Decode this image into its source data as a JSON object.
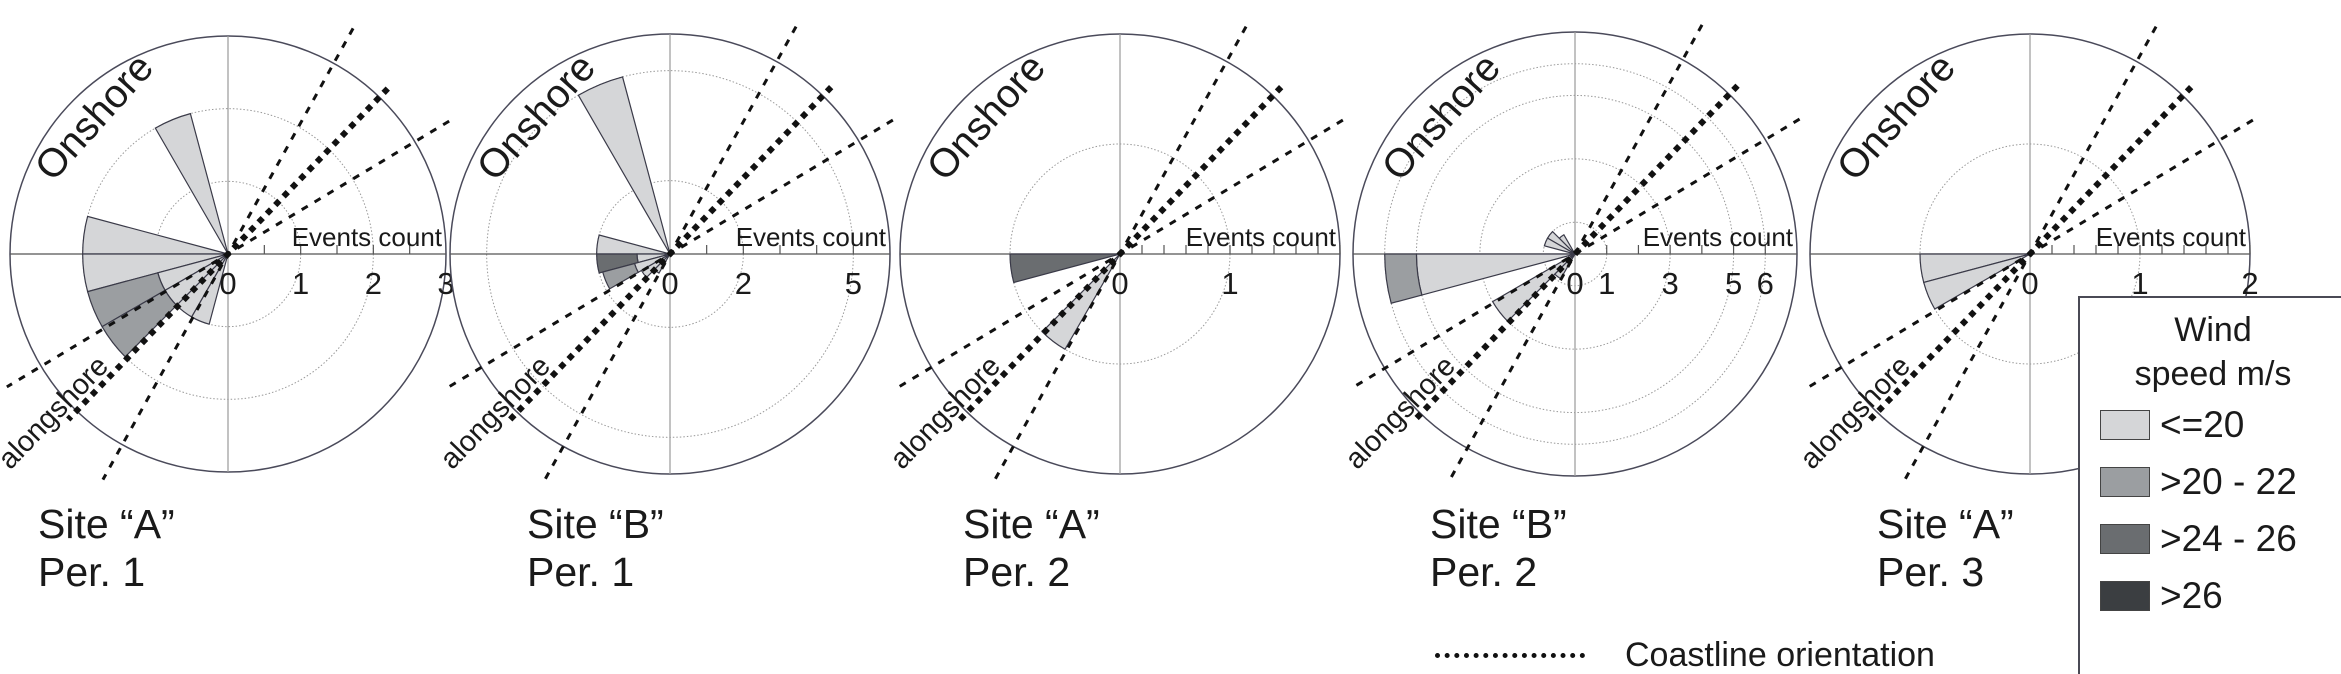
{
  "colors": {
    "c1": "#d5d6d8",
    "c2": "#9b9ea1",
    "c3": "#6a6d70",
    "c4": "#3b3e41"
  },
  "legend": {
    "title_line1": "Wind",
    "title_line2": "speed m/s",
    "items": [
      {
        "key": "c1",
        "label": "<=20"
      },
      {
        "key": "c2",
        "label": ">20 - 22"
      },
      {
        "key": "c3",
        "label": ">24 - 26"
      },
      {
        "key": "c4",
        "label": ">26"
      }
    ],
    "coastline_label": "Coastline orientation"
  },
  "chart_data": [
    {
      "type": "polar-bar",
      "site": "Site “A”",
      "period": "Per. 1",
      "rmax": 3,
      "rings": [
        1,
        2
      ],
      "ticks": [
        0,
        1,
        2,
        3
      ],
      "minor_step": 0.5,
      "sectors": [
        {
          "start": 330,
          "segments": [
            {
              "c": "c1",
              "to": 2.0
            }
          ]
        },
        {
          "start": 270,
          "segments": [
            {
              "c": "c1",
              "to": 2.0
            }
          ]
        },
        {
          "start": 255,
          "segments": [
            {
              "c": "c1",
              "to": 2.0
            }
          ]
        },
        {
          "start": 240,
          "segments": [
            {
              "c": "c1",
              "to": 1.0
            },
            {
              "c": "c2",
              "to": 2.0
            }
          ]
        },
        {
          "start": 225,
          "segments": [
            {
              "c": "c1",
              "to": 1.0
            },
            {
              "c": "c2",
              "to": 2.0
            }
          ]
        },
        {
          "start": 210,
          "segments": [
            {
              "c": "c1",
              "to": 1.0
            }
          ]
        },
        {
          "start": 195,
          "segments": [
            {
              "c": "c1",
              "to": 1.0
            }
          ]
        }
      ]
    },
    {
      "type": "polar-bar",
      "site": "Site “B”",
      "period": "Per. 1",
      "rmax": 6,
      "rings": [
        2,
        5
      ],
      "ticks": [
        0,
        2,
        5
      ],
      "minor_step": 1,
      "sectors": [
        {
          "start": 330,
          "segments": [
            {
              "c": "c1",
              "to": 5.0
            }
          ]
        },
        {
          "start": 270,
          "segments": [
            {
              "c": "c1",
              "to": 2.0
            }
          ]
        },
        {
          "start": 255,
          "segments": [
            {
              "c": "c1",
              "to": 0.9
            },
            {
              "c": "c3",
              "to": 2.0
            }
          ]
        },
        {
          "start": 240,
          "segments": [
            {
              "c": "c1",
              "to": 1.0
            },
            {
              "c": "c2",
              "to": 1.9
            }
          ]
        },
        {
          "start": 225,
          "segments": [
            {
              "c": "c1",
              "to": 0.9
            }
          ]
        },
        {
          "start": 210,
          "segments": [
            {
              "c": "c1",
              "to": 0.6
            }
          ]
        }
      ]
    },
    {
      "type": "polar-bar",
      "site": "Site “A”",
      "period": "Per. 2",
      "rmax": 2,
      "rings": [
        1
      ],
      "ticks": [
        0,
        1
      ],
      "minor_step": 0.2,
      "sectors": [
        {
          "start": 255,
          "segments": [
            {
              "c": "c3",
              "to": 1.0
            }
          ]
        },
        {
          "start": 210,
          "segments": [
            {
              "c": "c1",
              "to": 1.0
            }
          ]
        }
      ]
    },
    {
      "type": "polar-bar",
      "site": "Site “B”",
      "period": "Per. 2",
      "rmax": 7,
      "rings": [
        1,
        3,
        5,
        6
      ],
      "ticks": [
        0,
        1,
        3,
        5,
        6
      ],
      "minor_step": 1,
      "sectors": [
        {
          "start": 315,
          "segments": [
            {
              "c": "c1",
              "to": 0.7
            }
          ]
        },
        {
          "start": 300,
          "segments": [
            {
              "c": "c1",
              "to": 1.0
            }
          ]
        },
        {
          "start": 285,
          "segments": [
            {
              "c": "c1",
              "to": 1.0
            }
          ]
        },
        {
          "start": 255,
          "segments": [
            {
              "c": "c1",
              "to": 5.0
            },
            {
              "c": "c2",
              "to": 6.0
            }
          ]
        },
        {
          "start": 225,
          "segments": [
            {
              "c": "c1",
              "to": 3.0
            }
          ]
        },
        {
          "start": 210,
          "segments": [
            {
              "c": "c1",
              "to": 0.9
            }
          ]
        }
      ]
    },
    {
      "type": "polar-bar",
      "site": "Site “A”",
      "period": "Per. 3",
      "rmax": 2,
      "rings": [
        1
      ],
      "ticks": [
        0,
        1,
        2
      ],
      "minor_step": 0.2,
      "sectors": [
        {
          "start": 255,
          "segments": [
            {
              "c": "c1",
              "to": 1.0
            }
          ]
        },
        {
          "start": 240,
          "segments": [
            {
              "c": "c1",
              "to": 1.0
            }
          ]
        }
      ]
    }
  ],
  "sector_width_deg": 15,
  "coastline_bearing_deg": 44,
  "coastline_range_deg": [
    29,
    59
  ],
  "labels": {
    "onshore": "Onshore",
    "alongshore": "alongshore",
    "axis": "Events count"
  }
}
